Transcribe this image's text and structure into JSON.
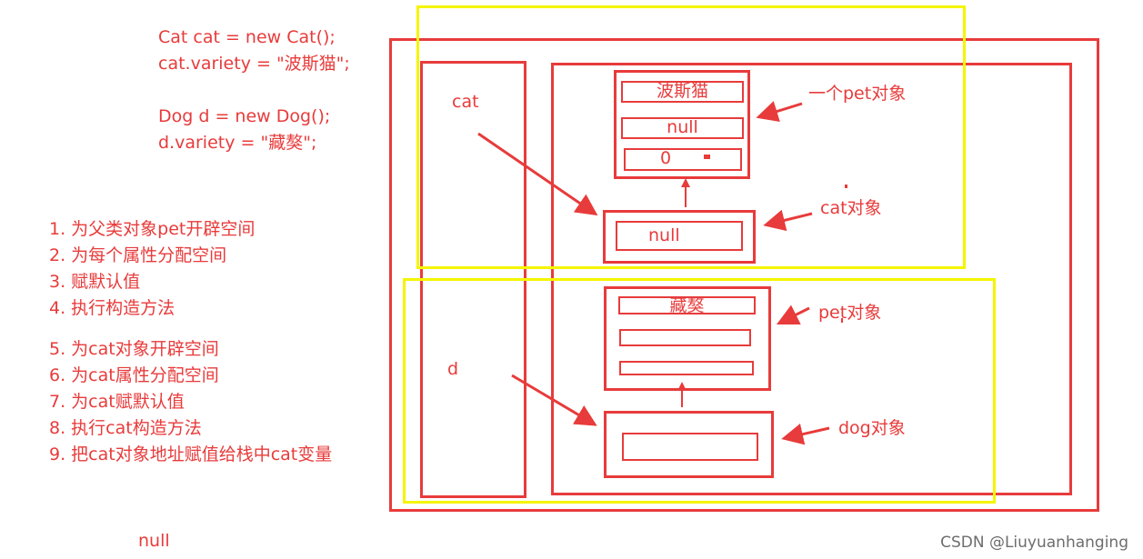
{
  "code_lines": [
    "Cat cat = new Cat();",
    "cat.variety = \"波斯猫\";",
    "",
    "Dog d = new Dog();",
    "d.variety = \"藏獒\";"
  ],
  "steps": [
    "1. 为父类对象pet开辟空间",
    "2. 为每个属性分配空间",
    "3. 赋默认值",
    "4. 执行构造方法",
    "",
    "5. 为cat对象开辟空间",
    "6. 为cat属性分配空间",
    "7. 为cat赋默认值",
    "8. 执行cat构造方法",
    "9. 把cat对象地址赋值给栈中cat变量"
  ],
  "stack_vars": {
    "cat": "cat",
    "d": "d"
  },
  "cat_pet_fields": [
    "波斯猫",
    "null",
    "0"
  ],
  "cat_object_field": "null",
  "dog_pet_fields": [
    "藏獒",
    "",
    ""
  ],
  "dog_object_field": "",
  "labels": {
    "pet_of_cat": "一个pet对象",
    "cat_object": "cat对象",
    "pet_of_dog": "pet对象",
    "dog_object": "dog对象"
  },
  "bottom_null": "null",
  "watermark": "CSDN @Liuyuanhanging",
  "colors": {
    "red": "#e83b3b",
    "yellow": "#f5f500"
  }
}
